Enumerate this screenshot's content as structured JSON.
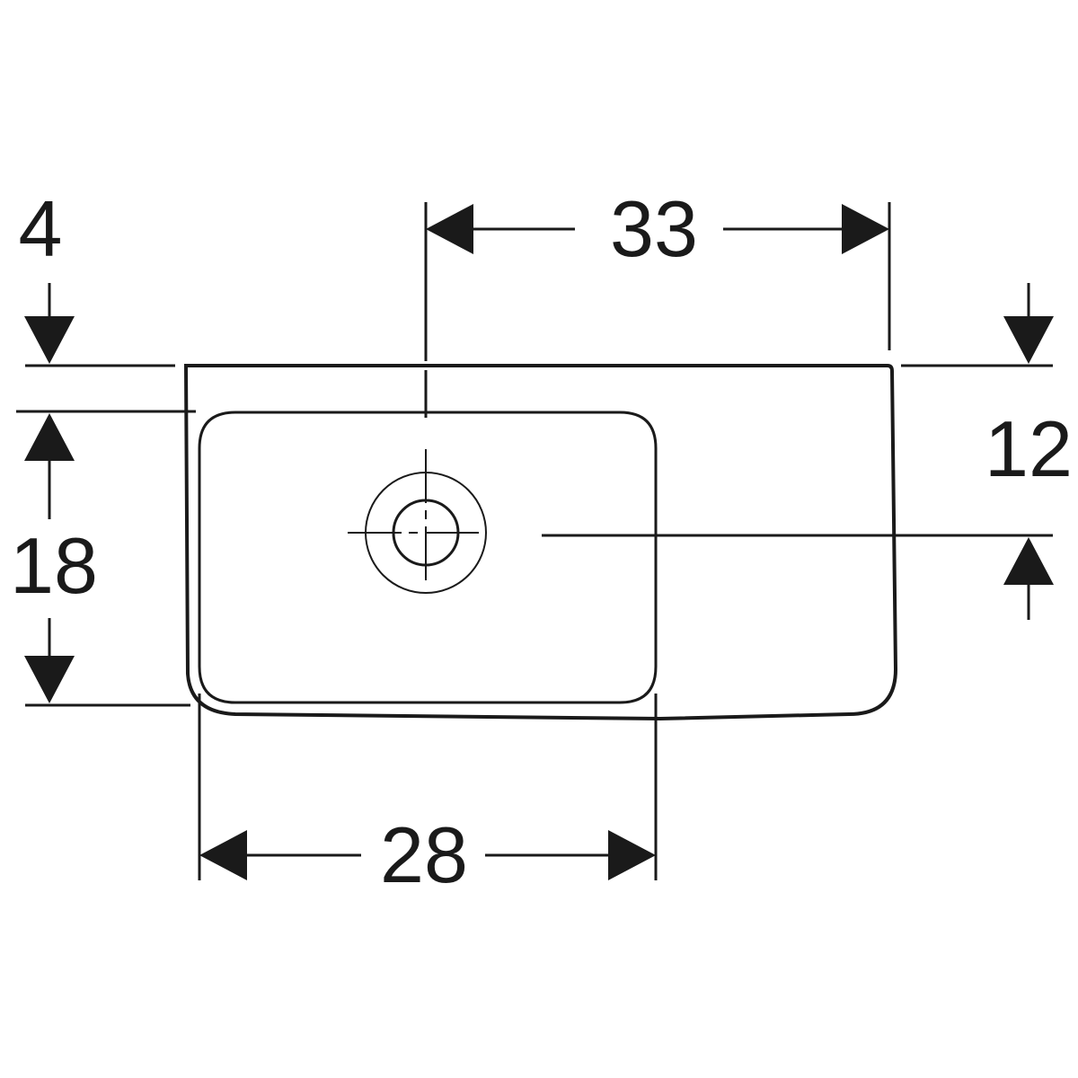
{
  "dimensions": {
    "top_width": "33",
    "bottom_width": "28",
    "rim_depth": "4",
    "bowl_depth": "18",
    "tap_hole_offset": "12"
  },
  "colors": {
    "line": "#1a1a1a",
    "background": "#ffffff"
  }
}
